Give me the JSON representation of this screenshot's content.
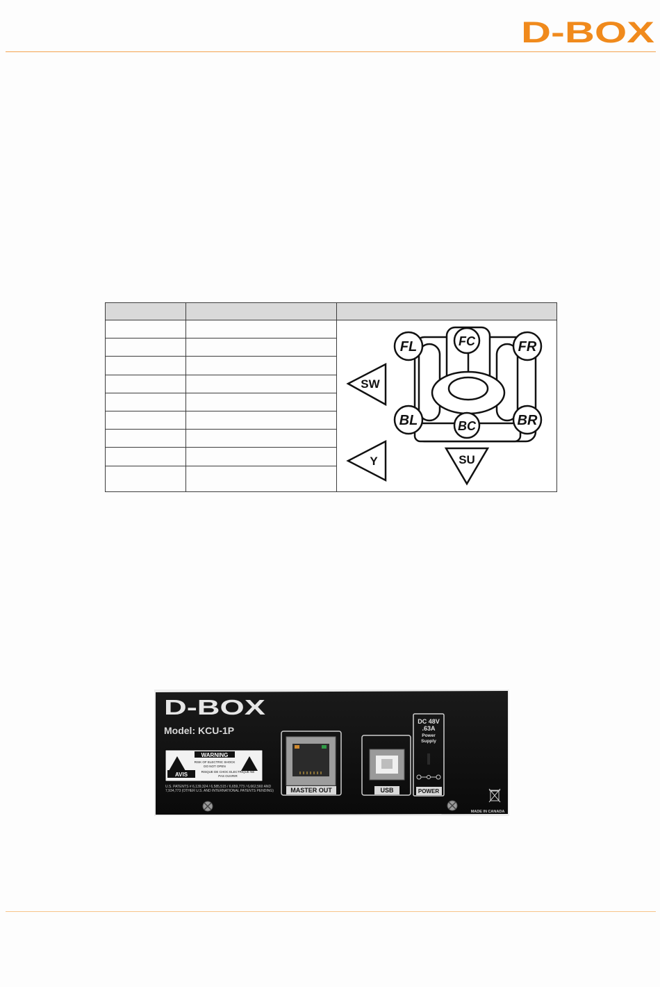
{
  "header": {
    "logo_text": "D-BOX",
    "brand_color": "#F08A1C",
    "rule_color": "#F4A350"
  },
  "table": {
    "headers": [
      "",
      "",
      ""
    ],
    "rows": [
      [
        "",
        ""
      ],
      [
        "",
        ""
      ],
      [
        "",
        ""
      ],
      [
        "",
        ""
      ],
      [
        "",
        ""
      ],
      [
        "",
        ""
      ],
      [
        "",
        ""
      ],
      [
        "",
        ""
      ],
      [
        "",
        ""
      ]
    ]
  },
  "diagram": {
    "labels": {
      "fl": "FL",
      "fc": "FC",
      "fr": "FR",
      "bl": "BL",
      "bc": "BC",
      "br": "BR",
      "sw": "SW",
      "y": "Y",
      "su": "SU"
    }
  },
  "panel": {
    "brand": "D-BOX",
    "model": "Model: KCU-1P",
    "warning_title": "WARNING",
    "warning_line1": "RISK OF ELECTRIC SHOCK",
    "warning_line2": "DO NOT OPEN",
    "avis": "AVIS",
    "avis_line1": "RISQUE DE CHOC ELECTRIQUE NE",
    "avis_line2": "PAS OUVRIR",
    "patents_line1": "U.S. PATENTS # 6,139,324 / 6,585,515 / 6,659,773 / 6,662,560  AND",
    "patents_line2": "7,934,773 (OTHER U.S. AND INTERNATIONAL PATENTS PENDING)",
    "master_out": "MASTER OUT",
    "usb": "USB",
    "dc_line1": "DC 48V",
    "dc_line2": ".63A",
    "dc_line3": "Power",
    "dc_line4": "Supply",
    "power": "POWER",
    "made_in": "MADE IN CANADA"
  }
}
